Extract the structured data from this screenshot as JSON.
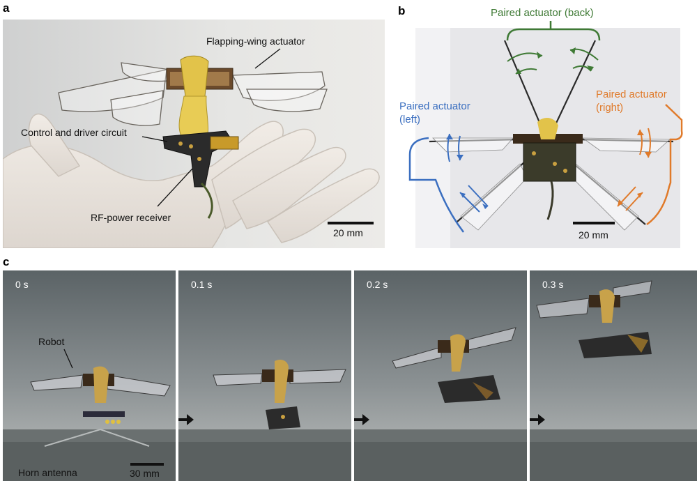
{
  "panels": {
    "a": {
      "letter": "a",
      "labels": {
        "actuator": "Flapping-wing actuator",
        "circuit": "Control and driver circuit",
        "receiver": "RF-power receiver"
      },
      "scale": "20 mm"
    },
    "b": {
      "letter": "b",
      "labels": {
        "back": "Paired actuator (back)",
        "left_1": "Paired actuator",
        "left_2": "(left)",
        "right_1": "Paired actuator",
        "right_2": "(right)"
      },
      "scale": "20 mm",
      "colors": {
        "back": "#3f7a35",
        "left": "#3b6fc0",
        "right": "#e07a2a"
      }
    },
    "c": {
      "letter": "c",
      "frames": [
        {
          "time": "0 s"
        },
        {
          "time": "0.1 s"
        },
        {
          "time": "0.2 s"
        },
        {
          "time": "0.3 s"
        }
      ],
      "labels": {
        "robot": "Robot",
        "antenna": "Horn antenna"
      },
      "scale": "30 mm"
    }
  }
}
